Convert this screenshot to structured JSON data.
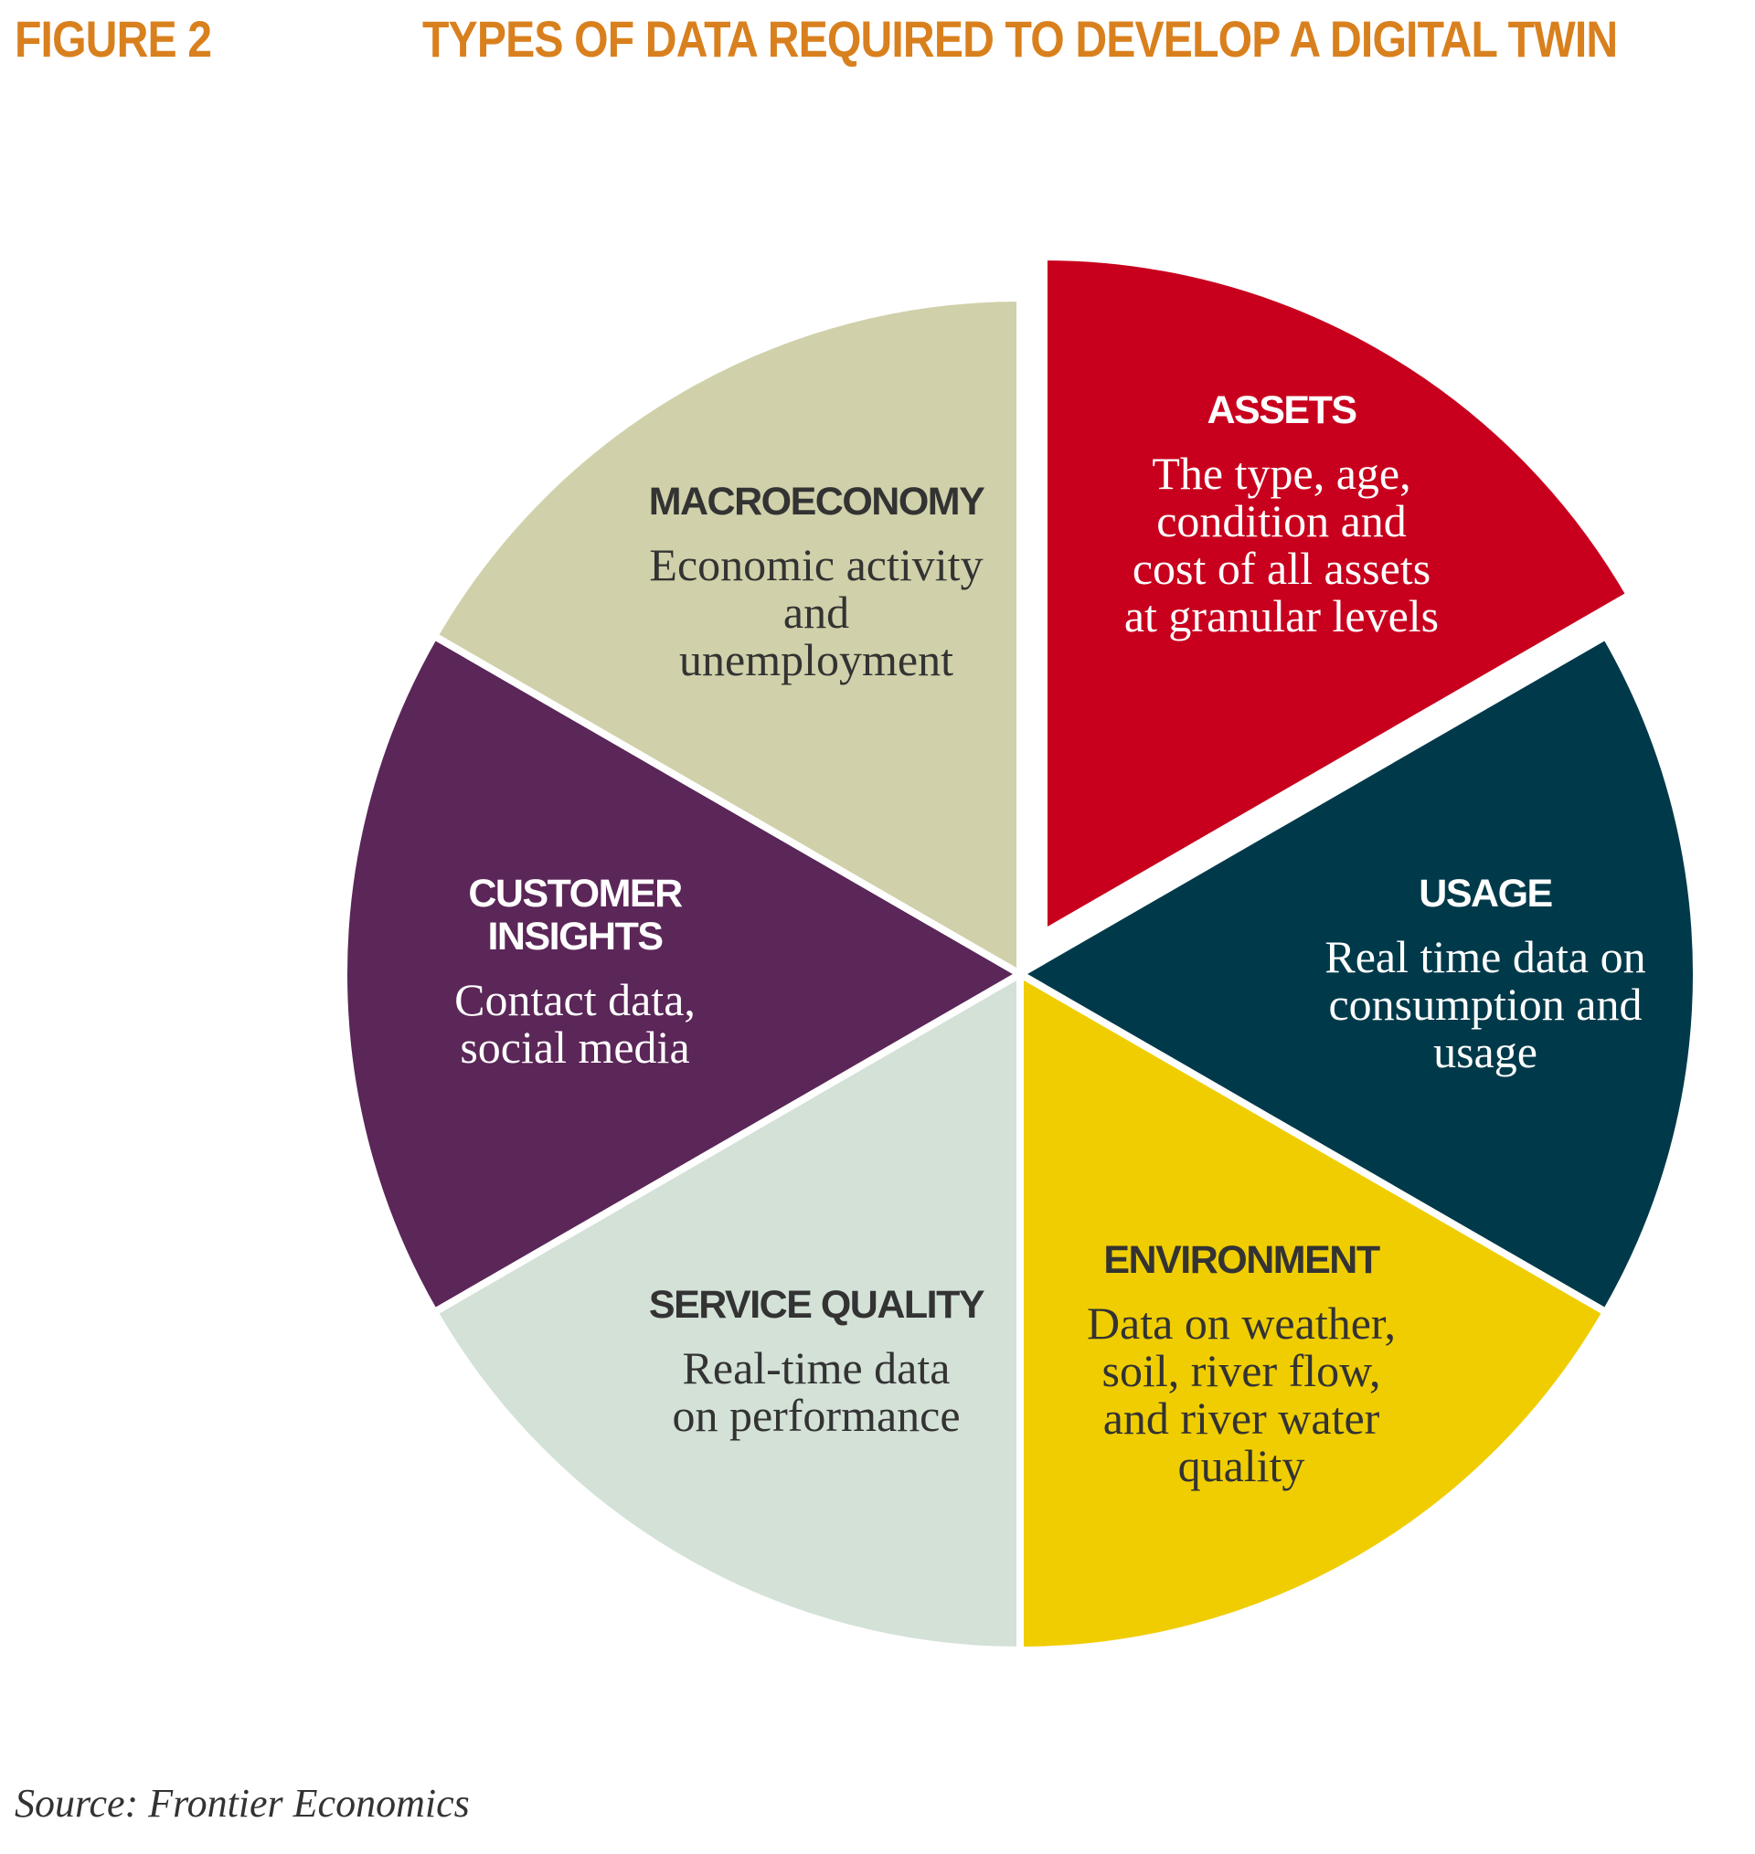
{
  "header": {
    "figure_label": "FIGURE 2",
    "title": "TYPES OF DATA REQUIRED TO DEVELOP A DIGITAL TWIN",
    "color": "#D9801E"
  },
  "segments": [
    {
      "name": "ASSETS",
      "description": [
        "The type, age,",
        "condition and",
        "cost of all assets",
        "at granular levels"
      ],
      "fill": "#C8001E",
      "name_color": "#FFFFFF",
      "desc_color": "#FFFFFF",
      "exploded": true
    },
    {
      "name": "USAGE",
      "description": [
        "Real time data on",
        "consumption and",
        "usage"
      ],
      "fill": "#003A4A",
      "name_color": "#FFFFFF",
      "desc_color": "#FFFFFF",
      "exploded": false
    },
    {
      "name": "ENVIRONMENT",
      "description": [
        "Data on weather,",
        "soil, river flow,",
        "and river water",
        "quality"
      ],
      "fill": "#F0CD00",
      "name_color": "#333333",
      "desc_color": "#333333",
      "exploded": false
    },
    {
      "name": "SERVICE QUALITY",
      "description": [
        "Real-time data",
        "on performance"
      ],
      "fill": "#D3E1D7",
      "name_color": "#333333",
      "desc_color": "#333333",
      "exploded": false
    },
    {
      "name": "CUSTOMER INSIGHTS",
      "description": [
        "Contact data,",
        "social media"
      ],
      "fill": "#5B2658",
      "name_color": "#FFFFFF",
      "desc_color": "#FFFFFF",
      "exploded": false
    },
    {
      "name": "MACROECONOMY",
      "description": [
        "Economic activity",
        "and",
        "unemployment"
      ],
      "fill": "#D0D0AA",
      "name_color": "#333333",
      "desc_color": "#333333",
      "exploded": false
    }
  ],
  "source": "Source: Frontier Economics"
}
